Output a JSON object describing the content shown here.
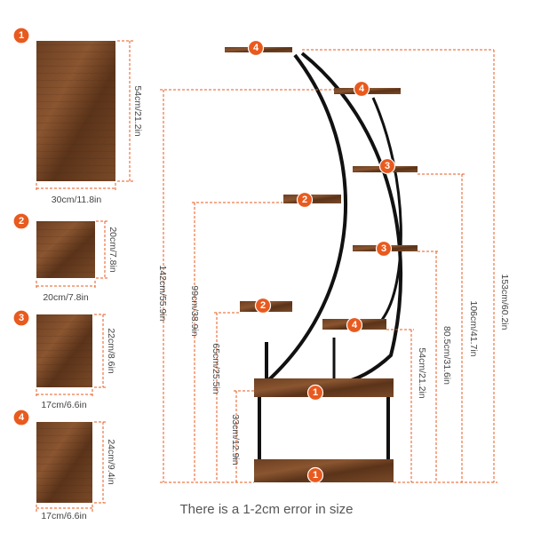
{
  "accent_color": "#e85a1e",
  "panels": [
    {
      "badge": "1",
      "height_label": "54cm/21.2in",
      "width_label": "30cm/11.8in"
    },
    {
      "badge": "2",
      "height_label": "20cm/7.8in",
      "width_label": "20cm/7.8in"
    },
    {
      "badge": "3",
      "height_label": "22cm/8.6in",
      "width_label": "17cm/6.6in"
    },
    {
      "badge": "4",
      "height_label": "24cm/9.4in",
      "width_label": "17cm/6.6in"
    }
  ],
  "shelf_badges": {
    "top_left": "4",
    "upper_right": "4",
    "mid_right_upper": "3",
    "mid_left": "2",
    "mid_right_lower": "3",
    "lower_left": "2",
    "lower_right": "4",
    "base_top": "1",
    "base_bottom": "1"
  },
  "heights": {
    "total": "153cm/60.2in",
    "left_upper": "142cm/55.9in",
    "shelf_106": "106cm/41.7in",
    "shelf_99": "99cm/38.9in",
    "shelf_80": "80.5cm/31.6in",
    "shelf_65": "65cm/25.5in",
    "shelf_54": "54cm/21.2in",
    "shelf_33": "33cm/12.9in"
  },
  "caption": "There is a 1-2cm error in size"
}
